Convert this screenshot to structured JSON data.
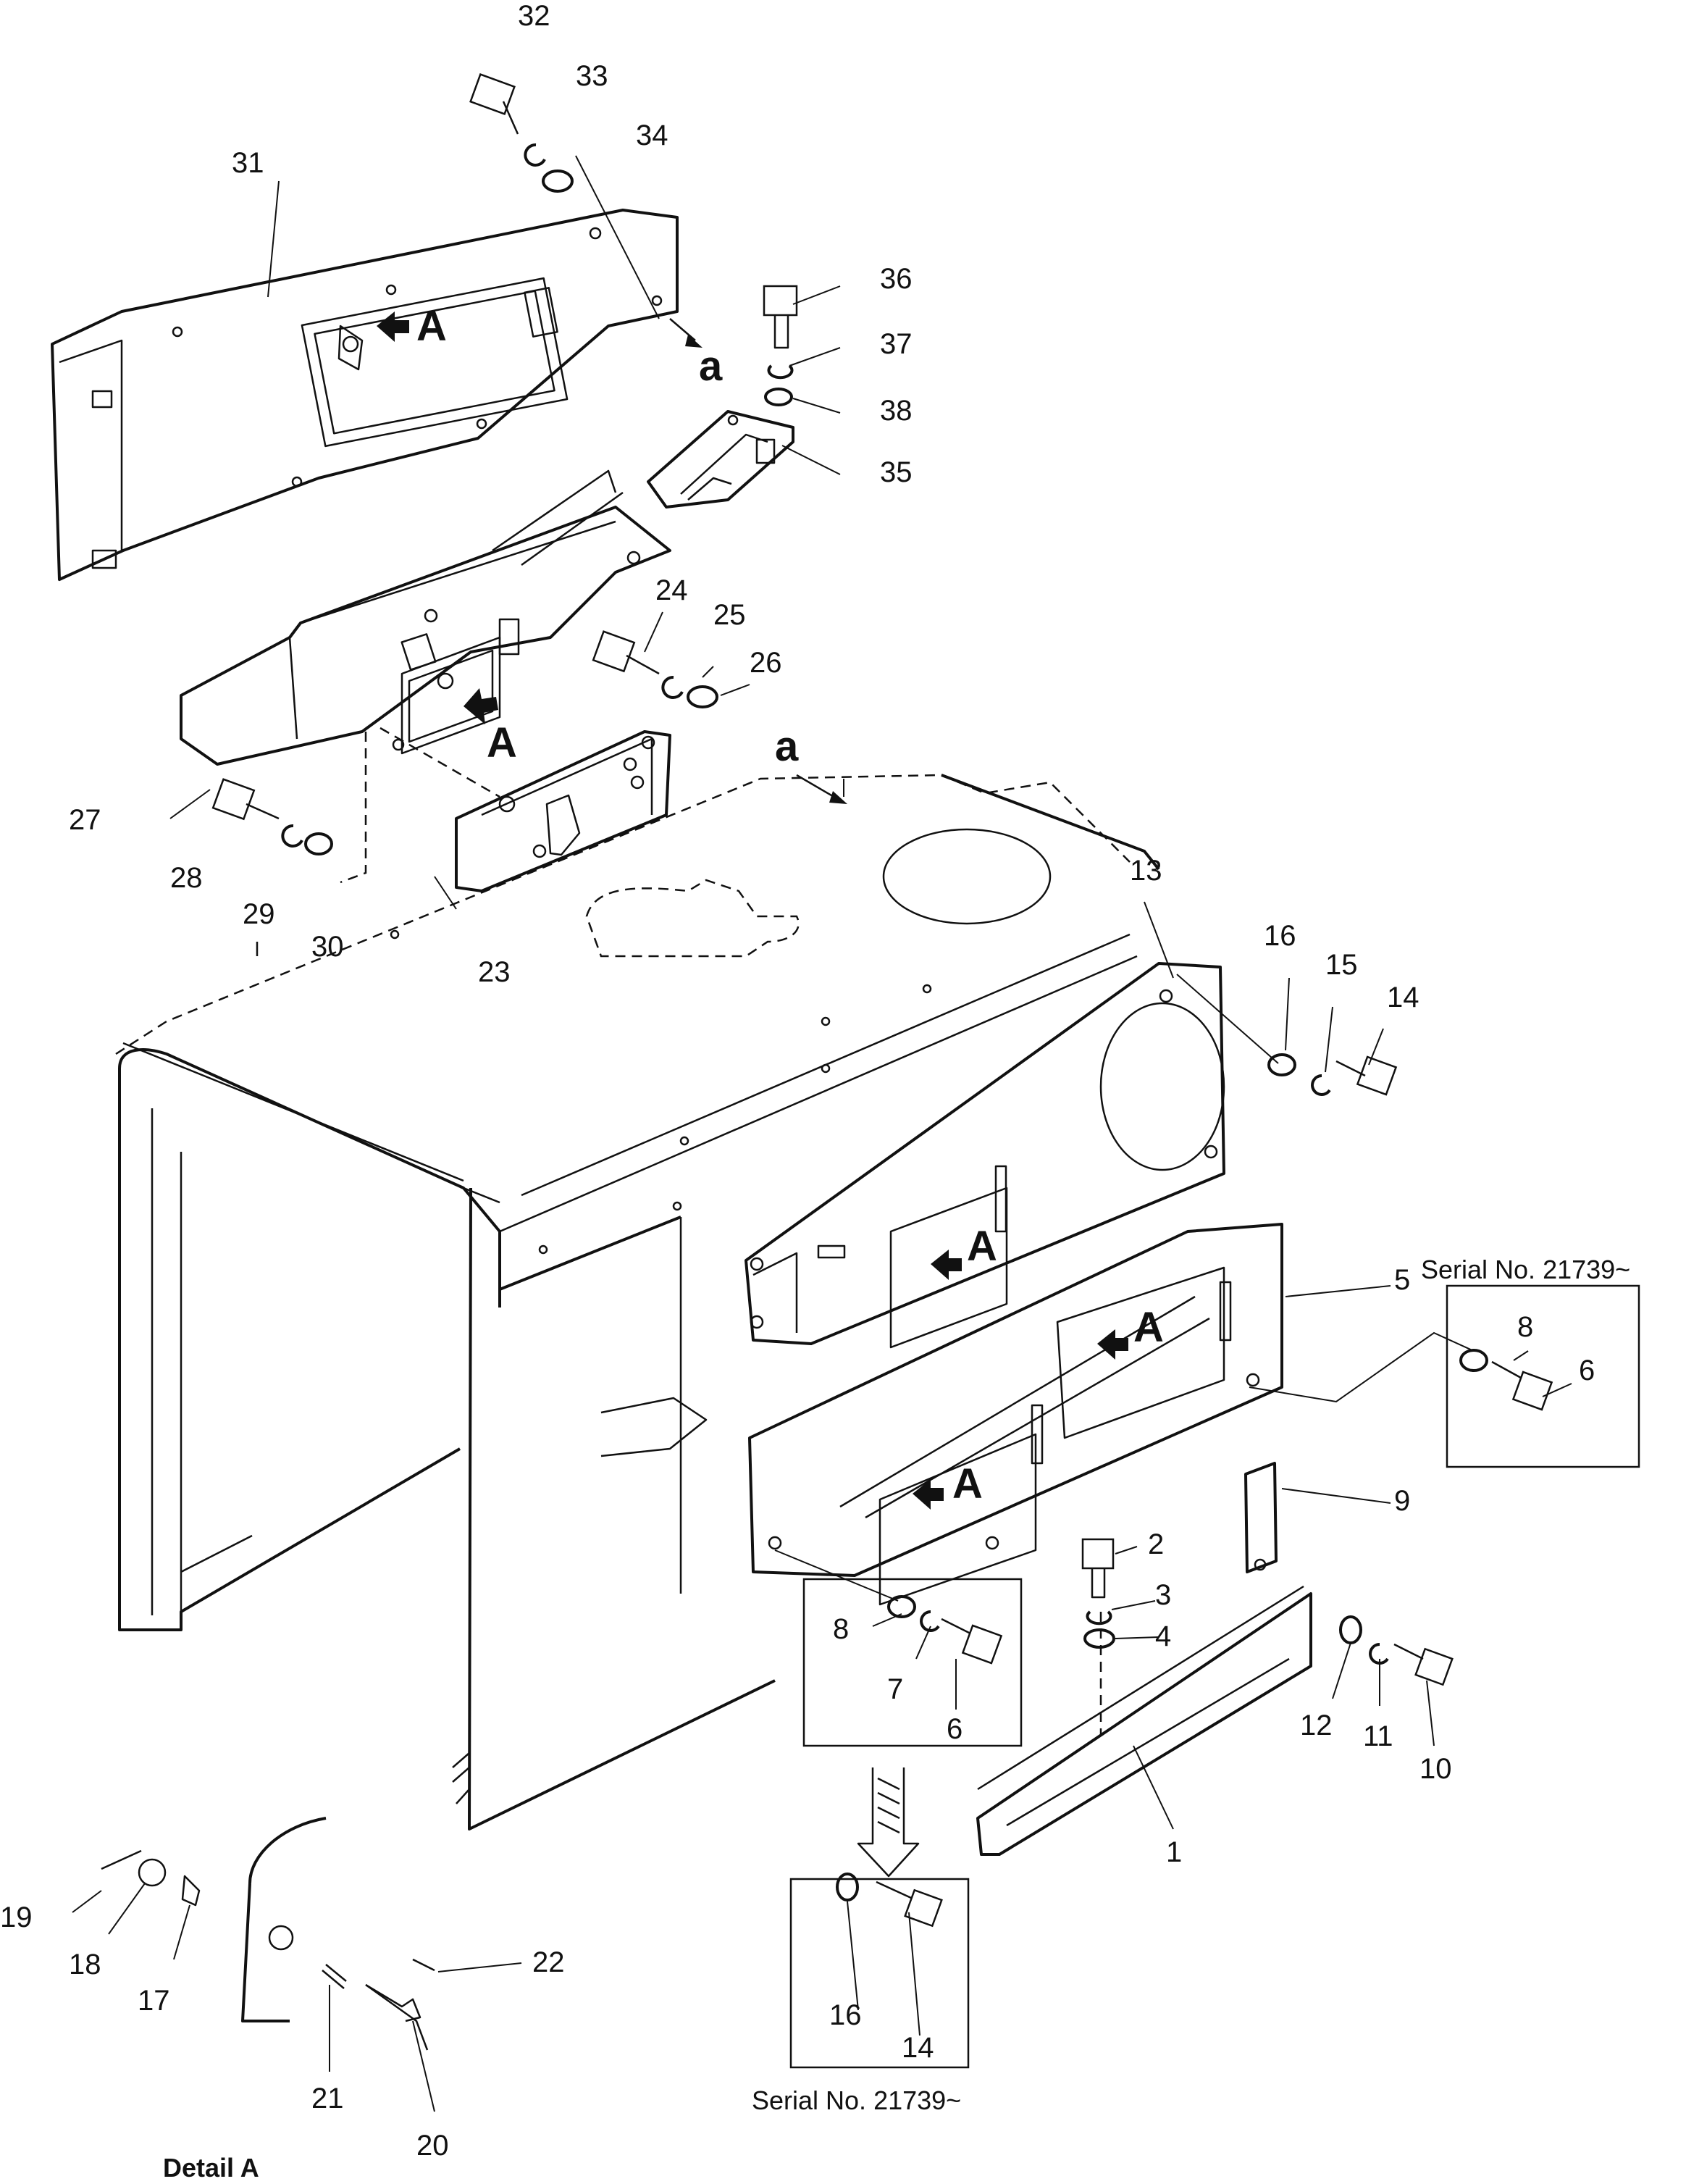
{
  "parts": [
    {
      "id": "p1",
      "number": "1"
    },
    {
      "id": "p2",
      "number": "2"
    },
    {
      "id": "p3",
      "number": "3"
    },
    {
      "id": "p4",
      "number": "4"
    },
    {
      "id": "p5",
      "number": "5"
    },
    {
      "id": "p6a",
      "number": "6"
    },
    {
      "id": "p6b",
      "number": "6"
    },
    {
      "id": "p7",
      "number": "7"
    },
    {
      "id": "p8a",
      "number": "8"
    },
    {
      "id": "p8b",
      "number": "8"
    },
    {
      "id": "p9",
      "number": "9"
    },
    {
      "id": "p10",
      "number": "10"
    },
    {
      "id": "p11",
      "number": "11"
    },
    {
      "id": "p12",
      "number": "12"
    },
    {
      "id": "p13",
      "number": "13"
    },
    {
      "id": "p14a",
      "number": "14"
    },
    {
      "id": "p14b",
      "number": "14"
    },
    {
      "id": "p15",
      "number": "15"
    },
    {
      "id": "p16a",
      "number": "16"
    },
    {
      "id": "p16b",
      "number": "16"
    },
    {
      "id": "p17",
      "number": "17"
    },
    {
      "id": "p18",
      "number": "18"
    },
    {
      "id": "p19",
      "number": "19"
    },
    {
      "id": "p20",
      "number": "20"
    },
    {
      "id": "p21",
      "number": "21"
    },
    {
      "id": "p22",
      "number": "22"
    },
    {
      "id": "p23",
      "number": "23"
    },
    {
      "id": "p24",
      "number": "24"
    },
    {
      "id": "p25",
      "number": "25"
    },
    {
      "id": "p26",
      "number": "26"
    },
    {
      "id": "p27",
      "number": "27"
    },
    {
      "id": "p28",
      "number": "28"
    },
    {
      "id": "p29",
      "number": "29"
    },
    {
      "id": "p30",
      "number": "30"
    },
    {
      "id": "p31",
      "number": "31"
    },
    {
      "id": "p32",
      "number": "32"
    },
    {
      "id": "p33",
      "number": "33"
    },
    {
      "id": "p34",
      "number": "34"
    },
    {
      "id": "p35",
      "number": "35"
    },
    {
      "id": "p36",
      "number": "36"
    },
    {
      "id": "p37",
      "number": "37"
    },
    {
      "id": "p38",
      "number": "38"
    }
  ],
  "view_markers": {
    "arrow_a_label": "A",
    "reference_a": "a"
  },
  "serial_notes": {
    "upper": "Serial No. 21739~",
    "lower": "Serial No. 21739~"
  },
  "detail_title": "Detail  A"
}
